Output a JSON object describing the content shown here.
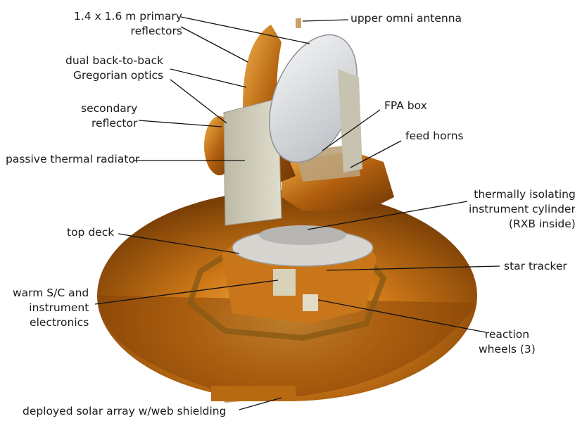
{
  "labels": {
    "primary_reflectors": [
      "1.4 x 1.6 m primary",
      "reflectors"
    ],
    "gregorian_optics": [
      "dual back-to-back",
      "Gregorian optics"
    ],
    "secondary_reflector": [
      "secondary",
      "reflector"
    ],
    "passive_radiator": "passive thermal radiator",
    "top_deck": "top deck",
    "warm_electronics": [
      "warm S/C and",
      "instrument",
      "electronics"
    ],
    "solar_array": "deployed solar array w/web shielding",
    "upper_omni": "upper omni antenna",
    "fpa_box": "FPA box",
    "feed_horns": "feed horns",
    "instrument_cylinder": [
      "thermally isolating",
      "instrument cylinder",
      "(RXB inside)"
    ],
    "star_tracker": "star tracker",
    "reaction_wheels": [
      "reaction",
      "wheels (3)"
    ]
  },
  "colors": {
    "gold_dark": "#7a3f06",
    "gold_mid": "#c06a10",
    "gold_light": "#f2b24a",
    "radiator": "#cfcbb8",
    "mirror": "#e6e8ea",
    "leader": "#111111"
  }
}
